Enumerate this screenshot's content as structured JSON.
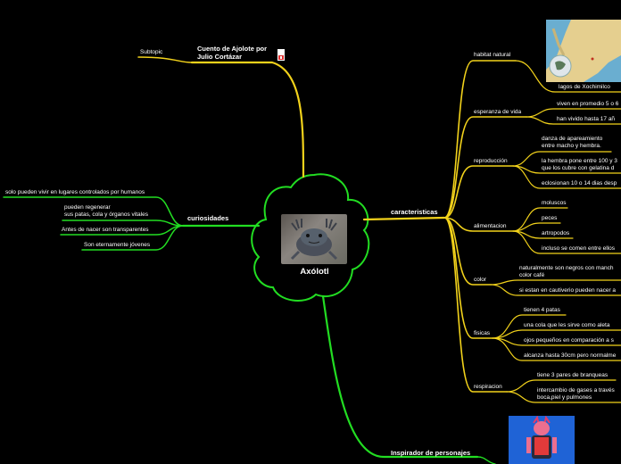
{
  "center": {
    "title": "Axólotl"
  },
  "top_topic": {
    "title": "Cuento de Ajolote por Julio Cortázar",
    "line1": "Cuento de Ajolote por",
    "line2": "Julio Cortázar",
    "subtopic": "Subtopic"
  },
  "curiosidades": {
    "title": "curiosidades",
    "items": [
      "solo pueden vivir en lugares controlados por humanos",
      "pueden regenerar",
      "sus patas, cola y órganos vitales",
      "Antes de nacer son transparentes",
      "Son eternamente jóvenes"
    ]
  },
  "caracteristicas": {
    "title": "caracteristicas",
    "habitat": {
      "label": "habitat natural",
      "item": "lagos de Xochimilco"
    },
    "esperanza": {
      "label": "esperanza de vida",
      "items": [
        "viven en promedio 5 o 6",
        "han vivido hasta 17 añ"
      ]
    },
    "reproduccion": {
      "label": "reproducción",
      "items": [
        "danza de apareamiento",
        "entre macho y hembra.",
        "la hembra pone entre 100 y 3",
        "que los cubre con gelatina d",
        "eclosionan 10 o 14 dias desp"
      ]
    },
    "alimentacion": {
      "label": "alimentacion",
      "items": [
        "moluscos",
        "peces",
        "artropodos",
        "incluso se comen entre ellos"
      ]
    },
    "color": {
      "label": "color",
      "items": [
        "naturalmente son negros con manch",
        "color café",
        "si estan en cautiverio pueden nacer a"
      ]
    },
    "fisicas": {
      "label": "fisicas",
      "items": [
        "tienen 4 patas",
        "una cola que les sirve como aleta",
        "ojos pequeños en comparación a s",
        "alcanza hasta 30cm pero normalme"
      ]
    },
    "respiracion": {
      "label": "respiracion",
      "items": [
        "tiene 3 pares de branqueas",
        "intercambio de gases a través",
        "boca,piel y pulmones"
      ]
    }
  },
  "inspirador": {
    "title": "Inspirador de personajes"
  },
  "colors": {
    "yellow": "#f2d21b",
    "green": "#22dd22",
    "red": "#e03030"
  }
}
